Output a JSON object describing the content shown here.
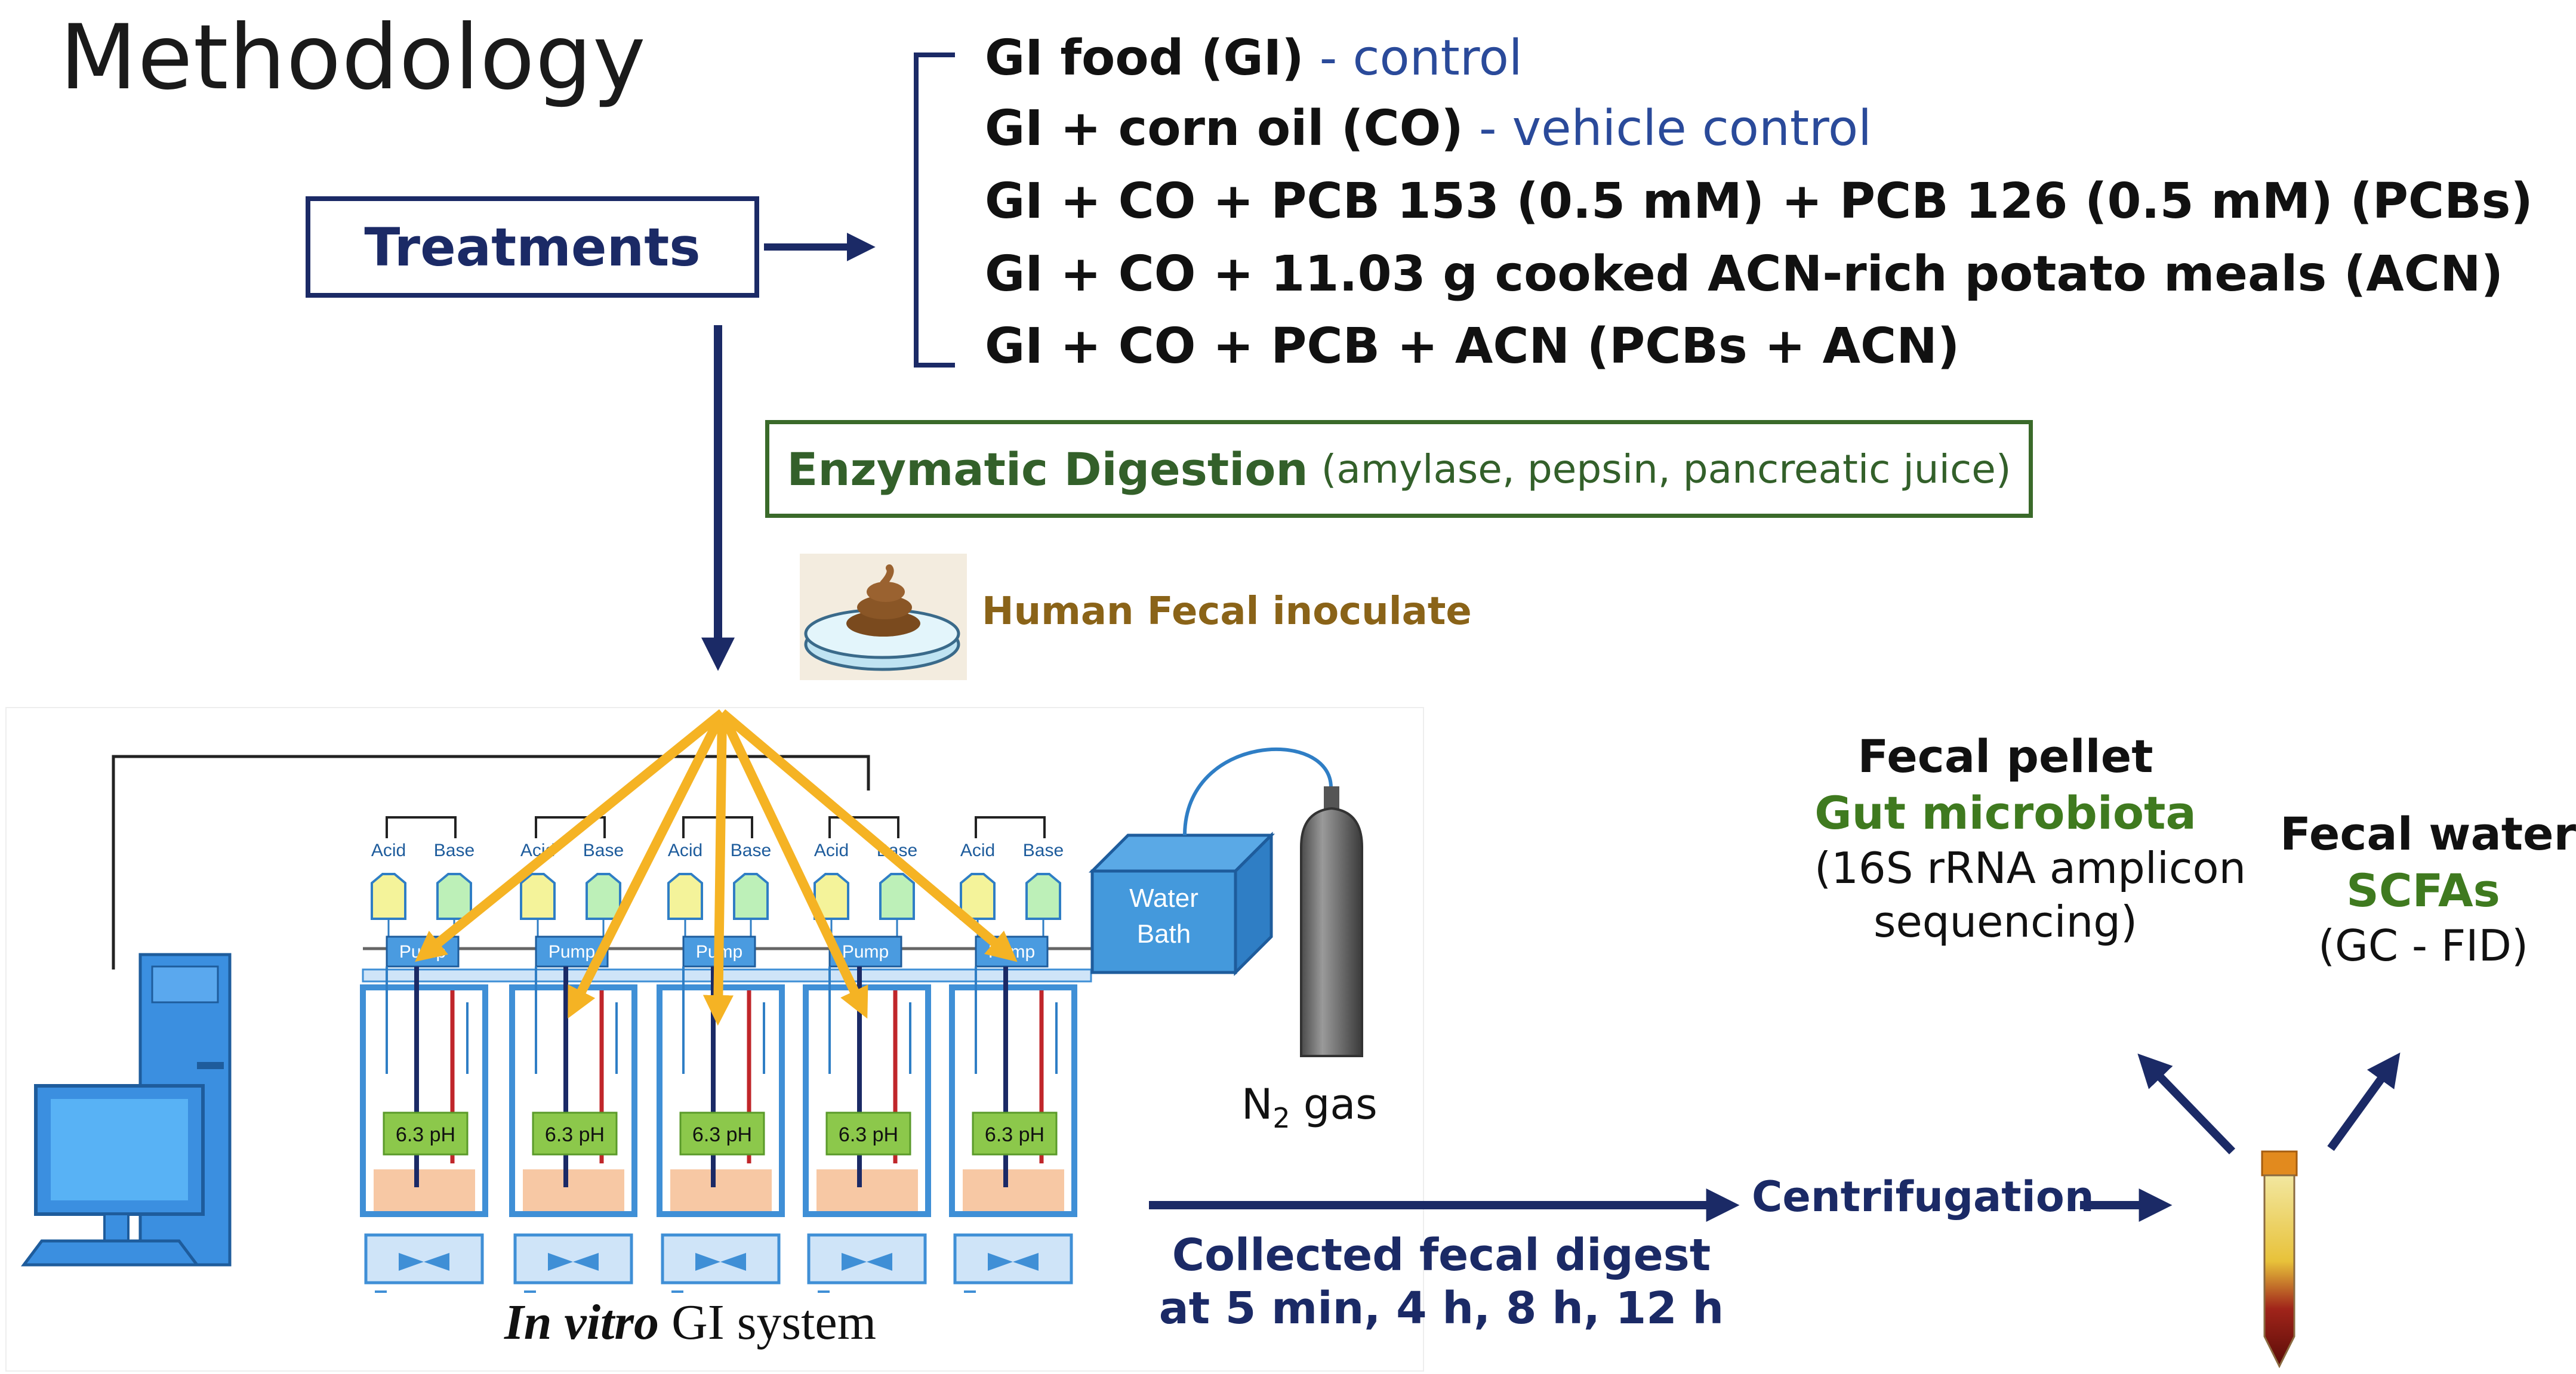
{
  "title": "Methodology",
  "treatments": {
    "label": "Treatments",
    "items": [
      {
        "text": "GI food (GI)",
        "note": " - control"
      },
      {
        "text": "GI + corn oil (CO)",
        "note": " - vehicle control"
      },
      {
        "text": "GI + CO + PCB 153 (0.5 mM) + PCB 126 (0.5 mM) (PCBs)",
        "note": ""
      },
      {
        "text": "GI + CO + 11.03 g cooked ACN-rich potato meals (ACN)",
        "note": ""
      },
      {
        "text": "GI + CO + PCB + ACN (PCBs + ACN)",
        "note": ""
      }
    ]
  },
  "digestion": {
    "label": "Enzymatic Digestion",
    "detail": "(amylase, pepsin, pancreatic juice)"
  },
  "inoculate": {
    "label": "Human Fecal inoculate"
  },
  "system": {
    "acid_label": "Acid",
    "base_label": "Base",
    "pump_label": "Pump",
    "ph_label": "6.3 pH",
    "water_bath_line1": "Water",
    "water_bath_line2": "Bath",
    "gas_prefix": "N",
    "gas_sub": "2",
    "gas_suffix": " gas",
    "caption_italic": "In vitro",
    "caption_rest": " GI system"
  },
  "collection": {
    "line1": "Collected fecal digest",
    "line2": "at 5 min, 4 h, 8 h, 12 h"
  },
  "centrifugation": "Centrifugation",
  "outputs": {
    "pellet": {
      "title": "Fecal pellet",
      "subtitle": "Gut microbiota",
      "line1": "(16S rRNA amplicon",
      "line2": "sequencing)"
    },
    "water": {
      "title": "Fecal water",
      "subtitle": "SCFAs",
      "line1": "(GC - FID)"
    }
  },
  "colors": {
    "navy": "#1b2a66",
    "green_text": "#33602a",
    "output_green": "#3f7a1f",
    "gold_arrow": "#f5b324",
    "brown_label": "#8a6318",
    "control_blue": "#2a4a9a",
    "ph_green": "#8cc84b",
    "vessel_blue": "#3f8fd6"
  }
}
